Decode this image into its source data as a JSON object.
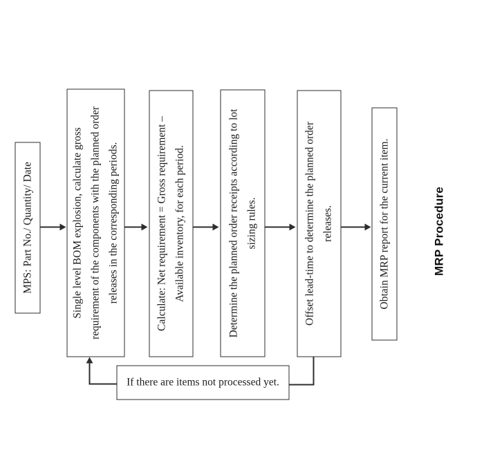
{
  "diagram": {
    "caption": "MRP Procedure",
    "boxes": {
      "mps": {
        "text": "MPS: Part No./ Quantity/ Date"
      },
      "bom": {
        "text": "Single level BOM explosion, calculate gross\nrequirement of the components with the planned order\nreleases in the corresponding periods."
      },
      "net": {
        "text": "Calculate: Net requirement = Gross requirement –\nAvailable inventory, for each period."
      },
      "lot": {
        "text": "Determine the planned order receipts according to lot\nsizing rules."
      },
      "offset": {
        "text": "Offset lead-time to determine the planned order\nreleases."
      },
      "report": {
        "text": "Obtain MRP report for the current item."
      }
    },
    "feedback": {
      "text": "If there are items not processed yet."
    },
    "colors": {
      "line": "#2d2d2d",
      "text": "#1c1c1c",
      "background": "#ffffff"
    }
  }
}
